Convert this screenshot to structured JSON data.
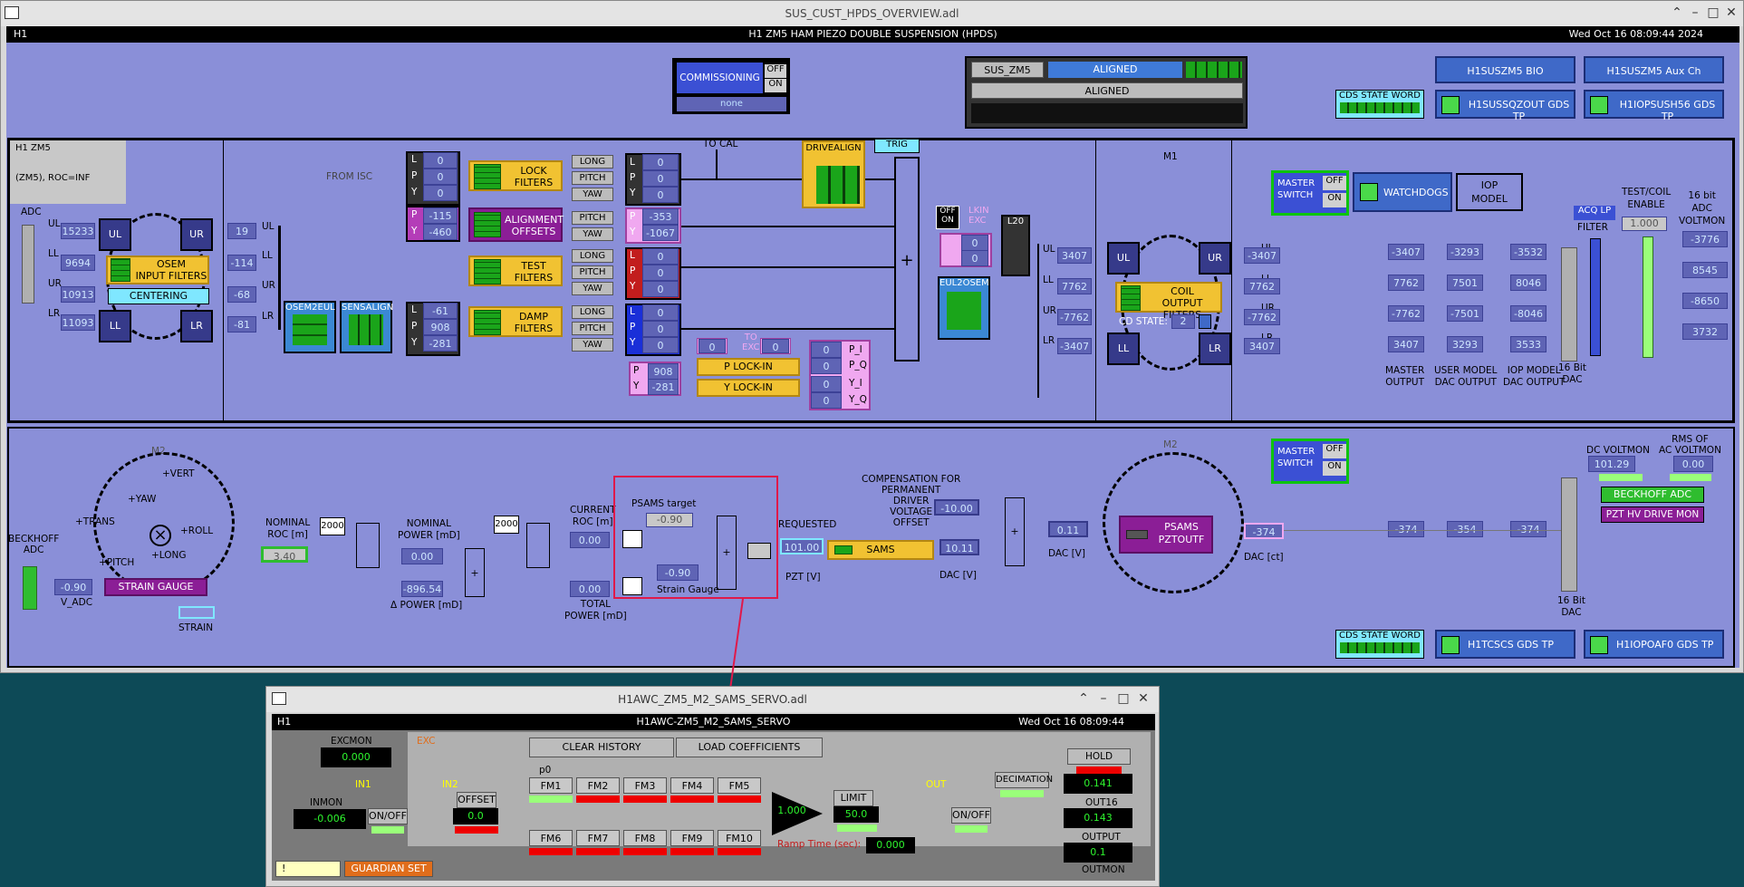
{
  "main_window": {
    "title": "SUS_CUST_HPDS_OVERVIEW.adl",
    "header_left": "H1",
    "header_center": "H1 ZM5  HAM PIEZO DOUBLE SUSPENSION (HPDS)",
    "header_right": "Wed Oct 16 08:09:44 2024"
  },
  "commissioning": {
    "label": "COMMISSIONING",
    "off": "OFF",
    "on": "ON",
    "status": "none"
  },
  "guardian": {
    "node": "SUS_ZM5",
    "state": "ALIGNED",
    "request": "ALIGNED"
  },
  "top_right": {
    "cds_state_word": "CDS STATE WORD",
    "bio": "H1SUSZM5 BIO",
    "aux": "H1SUSZM5 Aux Ch",
    "gds1": "H1SUSSQZOUT GDS TP",
    "gds2": "H1IOPSUSH56 GDS TP"
  },
  "m1": {
    "panel_title": "H1  ZM5",
    "panel_sub": "(ZM5), ROC=INF",
    "adc_label": "ADC",
    "adc_names": [
      "UL",
      "LL",
      "UR",
      "LR"
    ],
    "adc_values": [
      "15233",
      "9694",
      "10913",
      "11093"
    ],
    "osem_labels": [
      "UL",
      "UR",
      "LL",
      "LR"
    ],
    "osem_input_filters": "OSEM\nINPUT FILTERS",
    "centering": "CENTERING",
    "post_values": [
      "19",
      "-114",
      "-68",
      "-81"
    ],
    "osem2eul": "OSEM2EUL",
    "sensalign": "SENSALIGN",
    "eul_values": [
      "-61",
      "908",
      "-281"
    ],
    "lpy": [
      "L",
      "P",
      "Y"
    ],
    "from_isc": "FROM ISC",
    "isc_values": [
      "0",
      "0",
      "0"
    ],
    "lock_filters": "LOCK\nFILTERS",
    "align_values": [
      "-115",
      "-460"
    ],
    "alignment_offsets": "ALIGNMENT\nOFFSETS",
    "test_filters": "TEST\nFILTERS",
    "damp_filters": "DAMP\nFILTERS",
    "dof_lpy": [
      "LONG",
      "PITCH",
      "YAW"
    ],
    "dof_py": [
      "PITCH",
      "YAW"
    ],
    "lock_out": [
      "0",
      "0",
      "0"
    ],
    "align_out": [
      "-353",
      "-1067"
    ],
    "test_out": [
      "0",
      "0",
      "0"
    ],
    "damp_out": [
      "0",
      "0",
      "0"
    ],
    "to_cal": "TO CAL",
    "drivealign": "DRIVEALIGN",
    "trig": "TRIG",
    "lkin_offon": [
      "OFF",
      "ON"
    ],
    "lkin_exc": "LKIN\nEXC",
    "lkin_vals": [
      "0",
      "0"
    ],
    "l20": "L20",
    "eul2osem": "EUL2OSEM",
    "lockin_pv": [
      "908",
      "-281"
    ],
    "to_exc": "TO\nEXC",
    "p_lockin": "P LOCK-IN",
    "y_lockin": "Y LOCK-IN",
    "lockin_out": [
      "0",
      "0",
      "0",
      "0"
    ],
    "lockin_out_names": [
      "P_I",
      "P_Q",
      "Y_I",
      "Y_Q"
    ],
    "lockin_exc_vals": [
      "0",
      "0"
    ],
    "drive_values": [
      "3407",
      "7762",
      "-7762",
      "-3407"
    ],
    "m1_label": "M1",
    "coil_output_filters": "COIL\nOUTPUT FILTERS",
    "cd_state": "CD STATE:",
    "cd_state_val": "2",
    "master_switch": "MASTER\nSWITCH",
    "watchdogs": "WATCHDOGS",
    "iop_model": "IOP\nMODEL",
    "master_out": [
      "-3407",
      "7762",
      "-7762",
      "3407"
    ],
    "master_names": [
      "UL",
      "LL",
      "UR",
      "LR"
    ],
    "col2": [
      "-3407",
      "7762",
      "-7762",
      "3407"
    ],
    "col3": [
      "-3293",
      "7501",
      "-7501",
      "3293"
    ],
    "col4": [
      "-3532",
      "8046",
      "-8046",
      "3533"
    ],
    "col_labels": [
      "MASTER\nOUTPUT",
      "USER MODEL\nDAC OUTPUT",
      "IOP MODEL\nDAC OUTPUT"
    ],
    "dac16": "16 Bit\nDAC",
    "acq_lp": "ACQ LP",
    "filter": "FILTER",
    "test_coil_enable": "TEST/COIL\nENABLE",
    "test_coil_val": "1.000",
    "adc_voltmon_label": "16 bit\nADC\nVOLTMON",
    "voltmon_values": [
      "-3776",
      "8545",
      "-8650",
      "3732"
    ]
  },
  "m2": {
    "label": "M2",
    "beckhoff_adc": "BECKHOFF\nADC",
    "v_adc_val": "-0.90",
    "v_adc": "V_ADC",
    "strain_gauge": "STRAIN GAUGE",
    "strain": "STRAIN",
    "dirs": [
      "+VERT",
      "+YAW",
      "+TRANS",
      "+ROLL",
      "+LONG",
      "+PITCH"
    ],
    "nominal_roc_label": "NOMINAL\nROC [m]",
    "nominal_roc_val": "3.40",
    "c2000a": "2000",
    "c2000b": "2000",
    "nominal_power_label": "NOMINAL\nPOWER [mD]",
    "nominal_power_val": "0.00",
    "power_val": "-896.54",
    "power_label": "Δ POWER [mD]",
    "current_roc_label": "CURRENT\nROC [m]",
    "current_roc_val": "0.00",
    "total_power_val": "0.00",
    "total_power_label": "TOTAL\nPOWER [mD]",
    "psams_target": "PSAMS target",
    "psams_target_val": "-0.90",
    "strain_gauge_val": "-0.90",
    "strain_gauge_lbl": "Strain Gauge",
    "requested": "REQUESTED",
    "pzt_val": "101.00",
    "pzt_v": "PZT [V]",
    "sams": "SAMS",
    "comp_label": "COMPENSATION FOR\nPERMANENT\nDRIVER\nVOLTAGE\nOFFSET",
    "comp_val": "-10.00",
    "dac_v_val": "10.11",
    "dac_v": "DAC [V]",
    "dac_v2_val": "0.11",
    "dac_v2": "DAC [V]",
    "psams_pztoutf": "PSAMS\nPZTOUTF",
    "dac_ct_val": "-374",
    "dac_ct": "DAC [ct]",
    "chain": [
      "-374",
      "-354",
      "-374"
    ],
    "master_switch": "MASTER\nSWITCH",
    "dc_voltmon": "DC VOLTMON",
    "dc_voltmon_val": "101.29",
    "rms_label": "RMS OF\nAC VOLTMON",
    "rms_val": "0.00",
    "beckhoff_adc_btn": "BECKHOFF ADC",
    "pzt_hv": "PZT HV DRIVE MON",
    "dac16": "16 Bit\nDAC",
    "cds_state_word": "CDS STATE WORD",
    "gds1": "H1TCSCS GDS TP",
    "gds2": "H1IOPOAF0 GDS TP"
  },
  "servo_window": {
    "title": "H1AWC_ZM5_M2_SAMS_SERVO.adl",
    "header_left": "H1",
    "header_center": "H1AWC-ZM5_M2_SAMS_SERVO",
    "header_right": "Wed Oct 16 08:09:44",
    "excmon": "EXCMON",
    "excmon_val": "0.000",
    "exc": "EXC",
    "in1": "IN1",
    "in2": "IN2",
    "inmon": "INMON",
    "inmon_val": "-0.006",
    "onoff": "ON/OFF",
    "offset": "OFFSET",
    "offset_val": "0.0",
    "clear_history": "CLEAR HISTORY",
    "load_coefficients": "LOAD COEFFICIENTS",
    "p0": "p0",
    "fm_top": [
      "FM1",
      "FM2",
      "FM3",
      "FM4",
      "FM5"
    ],
    "fm_bot": [
      "FM6",
      "FM7",
      "FM8",
      "FM9",
      "FM10"
    ],
    "gain_val": "1.000",
    "limit": "LIMIT",
    "limit_val": "50.0",
    "out": "OUT",
    "onoff2": "ON/OFF",
    "ramp_time": "Ramp Time (sec):",
    "ramp_val": "0.000",
    "decimation": "DECIMATION",
    "hold_output": "HOLD OUTPUT",
    "out16_val": "0.141",
    "out16": "OUT16",
    "output_val": "0.143",
    "output": "OUTPUT",
    "outmon_val": "0.1",
    "outmon": "OUTMON",
    "bang": "!",
    "guardian_set": "GUARDIAN SET"
  }
}
